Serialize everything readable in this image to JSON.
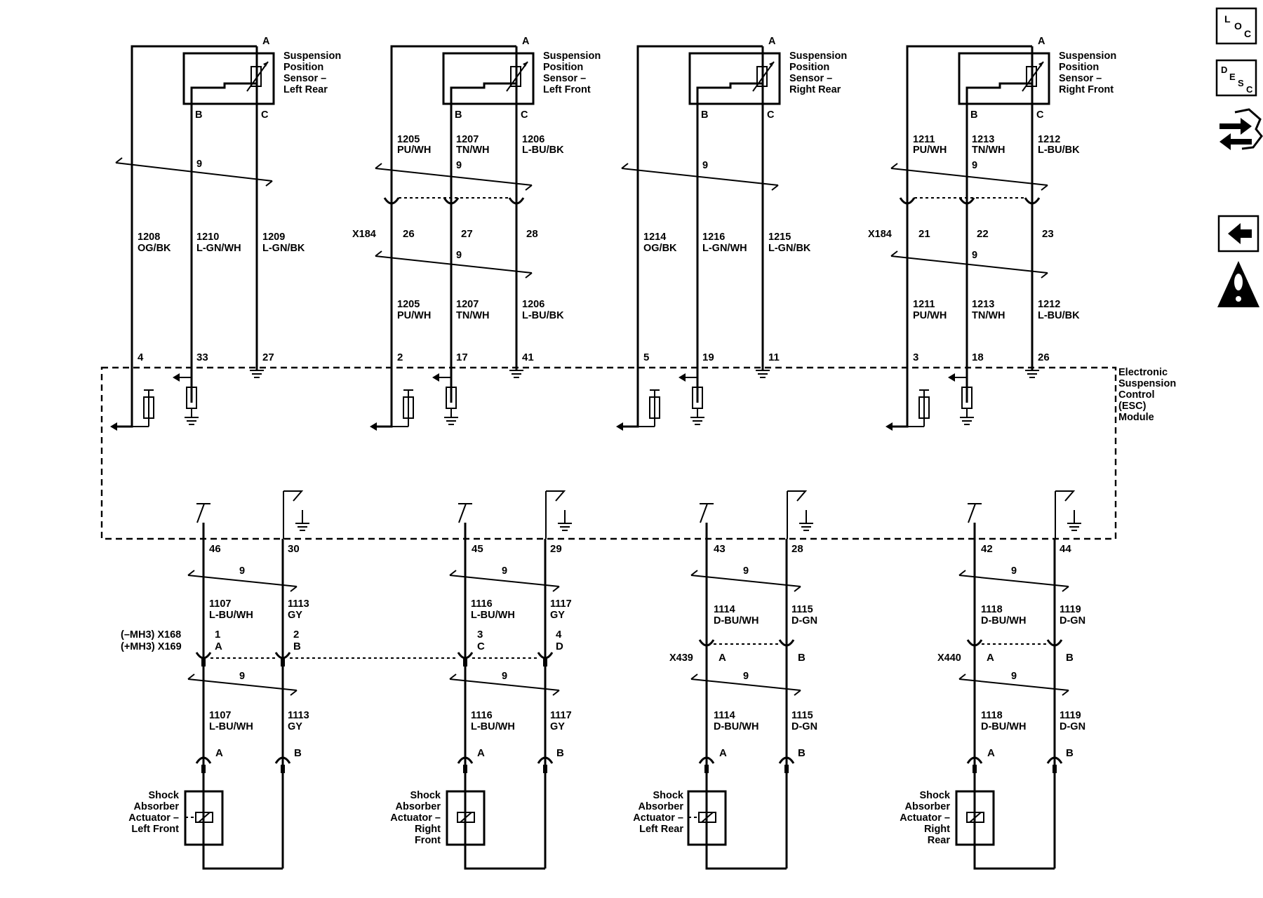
{
  "module": {
    "lines": [
      "Electronic",
      "Suspension",
      "Control",
      "(ESC)",
      "Module"
    ]
  },
  "legend": {
    "bundle_count": "9",
    "pin_a": "A",
    "pin_b": "B",
    "pin_c": "C",
    "pin_d": "D"
  },
  "sensors": [
    {
      "title": [
        "Suspension",
        "Position",
        "Sensor –",
        "Left Rear"
      ],
      "wires_top": [],
      "wires_mid": [
        {
          "num": "1208",
          "color": "OG/BK"
        },
        {
          "num": "1210",
          "color": "L-GN/WH"
        },
        {
          "num": "1209",
          "color": "L-GN/BK"
        }
      ],
      "connector": "",
      "connector_pins": [],
      "wires_low": [],
      "module_pins": [
        "4",
        "33",
        "27"
      ]
    },
    {
      "title": [
        "Suspension",
        "Position",
        "Sensor –",
        "Left Front"
      ],
      "wires_top": [
        {
          "num": "1205",
          "color": "PU/WH"
        },
        {
          "num": "1207",
          "color": "TN/WH"
        },
        {
          "num": "1206",
          "color": "L-BU/BK"
        }
      ],
      "wires_mid": [],
      "connector": "X184",
      "connector_pins": [
        "26",
        "27",
        "28"
      ],
      "wires_low": [
        {
          "num": "1205",
          "color": "PU/WH"
        },
        {
          "num": "1207",
          "color": "TN/WH"
        },
        {
          "num": "1206",
          "color": "L-BU/BK"
        }
      ],
      "module_pins": [
        "2",
        "17",
        "41"
      ]
    },
    {
      "title": [
        "Suspension",
        "Position",
        "Sensor –",
        "Right Rear"
      ],
      "wires_top": [],
      "wires_mid": [
        {
          "num": "1214",
          "color": "OG/BK"
        },
        {
          "num": "1216",
          "color": "L-GN/WH"
        },
        {
          "num": "1215",
          "color": "L-GN/BK"
        }
      ],
      "connector": "",
      "connector_pins": [],
      "wires_low": [],
      "module_pins": [
        "5",
        "19",
        "11"
      ]
    },
    {
      "title": [
        "Suspension",
        "Position",
        "Sensor –",
        "Right Front"
      ],
      "wires_top": [
        {
          "num": "1211",
          "color": "PU/WH"
        },
        {
          "num": "1213",
          "color": "TN/WH"
        },
        {
          "num": "1212",
          "color": "L-BU/BK"
        }
      ],
      "wires_mid": [],
      "connector": "X184",
      "connector_pins": [
        "21",
        "22",
        "23"
      ],
      "wires_low": [
        {
          "num": "1211",
          "color": "PU/WH"
        },
        {
          "num": "1213",
          "color": "TN/WH"
        },
        {
          "num": "1212",
          "color": "L-BU/BK"
        }
      ],
      "module_pins": [
        "3",
        "18",
        "26"
      ]
    }
  ],
  "actuators": [
    {
      "title": [
        "Shock",
        "Absorber",
        "Actuator –",
        "Left Front"
      ],
      "module_pins": [
        "46",
        "30"
      ],
      "wires": [
        {
          "num": "1107",
          "color": "L-BU/WH"
        },
        {
          "num": "1113",
          "color": "GY"
        }
      ],
      "connector_lines": [
        "(–MH3)  X168",
        "(+MH3)  X169"
      ],
      "connector_pins": [
        [
          "1",
          "A"
        ],
        [
          "2",
          "B"
        ]
      ]
    },
    {
      "title": [
        "Shock",
        "Absorber",
        "Actuator –",
        "Right",
        "Front"
      ],
      "module_pins": [
        "45",
        "29"
      ],
      "wires": [
        {
          "num": "1116",
          "color": "L-BU/WH"
        },
        {
          "num": "1117",
          "color": "GY"
        }
      ],
      "connector_lines": [],
      "connector_pins": [
        [
          "3",
          "C"
        ],
        [
          "4",
          "D"
        ]
      ]
    },
    {
      "title": [
        "Shock",
        "Absorber",
        "Actuator –",
        "Left Rear"
      ],
      "module_pins": [
        "43",
        "28"
      ],
      "wires": [
        {
          "num": "1114",
          "color": "D-BU/WH"
        },
        {
          "num": "1115",
          "color": "D-GN"
        }
      ],
      "connector_lines": [
        "X439"
      ],
      "connector_pins": [
        [
          "A"
        ],
        [
          "B"
        ]
      ]
    },
    {
      "title": [
        "Shock",
        "Absorber",
        "Actuator –",
        "Right",
        "Rear"
      ],
      "module_pins": [
        "42",
        "44"
      ],
      "wires": [
        {
          "num": "1118",
          "color": "D-BU/WH"
        },
        {
          "num": "1119",
          "color": "D-GN"
        }
      ],
      "connector_lines": [
        "X440"
      ],
      "connector_pins": [
        [
          "A"
        ],
        [
          "B"
        ]
      ]
    }
  ],
  "side_icons": [
    {
      "name": "loc-icon",
      "letters": [
        "L",
        "O",
        "C"
      ]
    },
    {
      "name": "desc-icon",
      "letters": [
        "D",
        "E",
        "S",
        "C"
      ]
    },
    {
      "name": "connector-views-icon"
    },
    {
      "name": "back-arrow-icon"
    },
    {
      "name": "caution-icon"
    }
  ]
}
